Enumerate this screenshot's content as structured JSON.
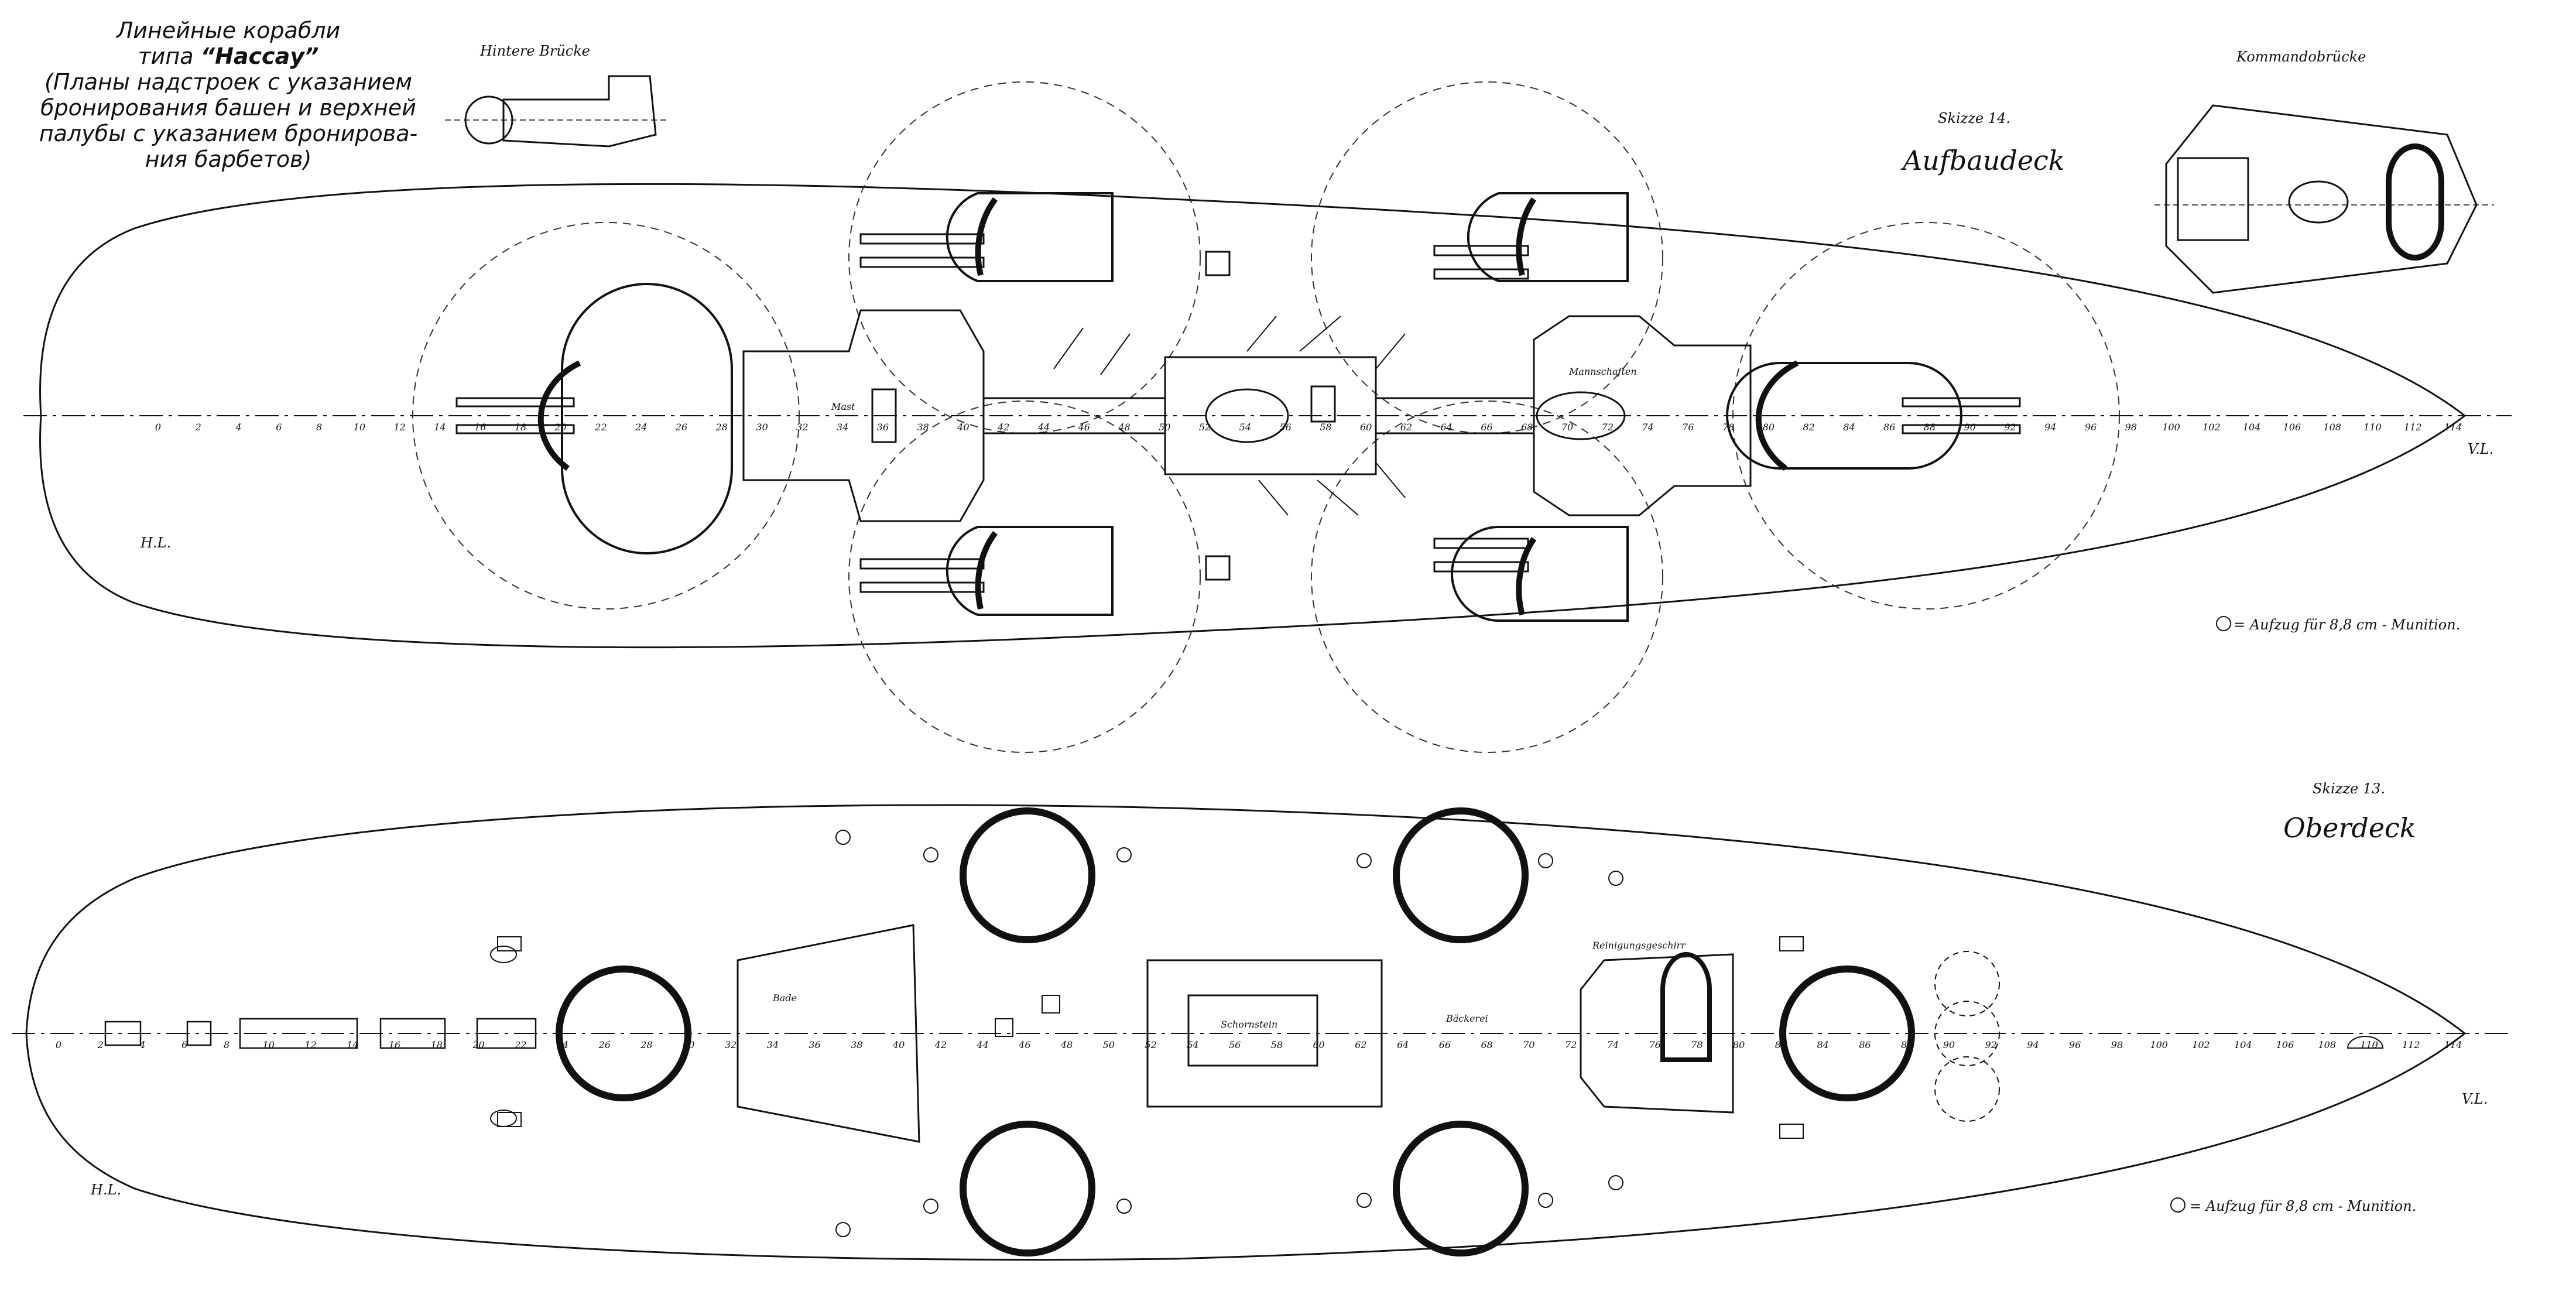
{
  "caption": {
    "line1": "Линейные корабли",
    "line2_prefix": "типа ",
    "line2_name": "“Нассау”",
    "line3": "(Планы надстроек с указанием",
    "line4": "бронирования башен и верхней",
    "line5": "палубы с указанием бронирова-",
    "line6": "ния барбетов)"
  },
  "labels": {
    "rear_bridge": "Hintere Brücke",
    "command_bridge": "Kommandobrücke",
    "sketch14": "Skizze 14.",
    "deck_upper": "Aufbaudeck",
    "sketch13": "Skizze 13.",
    "deck_main": "Oberdeck",
    "stern_mark_top": "H.L.",
    "bow_mark_top": "V.L.",
    "stern_mark_bottom": "H.L.",
    "bow_mark_bottom": "V.L.",
    "legend_top": "= Aufzug für 8,8 cm - Munition.",
    "legend_bottom": "= Aufzug für 8,8 cm - Munition.",
    "mast": "Mast",
    "chimney": "Schornstein",
    "bakery": "Bäckerei",
    "crew": "Mannschaften",
    "cleaning": "Reinigungsgeschirr",
    "sauna": "Bade"
  },
  "frame_numbers_top": [
    "0",
    "2",
    "4",
    "6",
    "8",
    "10",
    "12",
    "14",
    "16",
    "18",
    "20",
    "22",
    "24",
    "26",
    "28",
    "30",
    "32",
    "34",
    "36",
    "38",
    "40",
    "42",
    "44",
    "46",
    "48",
    "50",
    "52",
    "54",
    "56",
    "58",
    "60",
    "62",
    "64",
    "66",
    "68",
    "70",
    "72",
    "74",
    "76",
    "78",
    "80",
    "82",
    "84",
    "86",
    "88",
    "90",
    "92",
    "94",
    "96",
    "98",
    "100",
    "102",
    "104",
    "106",
    "108",
    "110",
    "112",
    "114"
  ],
  "frame_numbers_bottom": [
    "0",
    "2",
    "4",
    "6",
    "8",
    "10",
    "12",
    "14",
    "16",
    "18",
    "20",
    "22",
    "24",
    "26",
    "28",
    "30",
    "32",
    "34",
    "36",
    "38",
    "40",
    "42",
    "44",
    "46",
    "48",
    "50",
    "52",
    "54",
    "56",
    "58",
    "60",
    "62",
    "64",
    "66",
    "68",
    "70",
    "72",
    "74",
    "76",
    "78",
    "80",
    "82",
    "84",
    "86",
    "88",
    "90",
    "92",
    "94",
    "96",
    "98",
    "100",
    "102",
    "104",
    "106",
    "108",
    "110",
    "112",
    "114"
  ],
  "colors": {
    "ink": "#111111",
    "paper": "#ffffff",
    "dash": "#333333"
  }
}
